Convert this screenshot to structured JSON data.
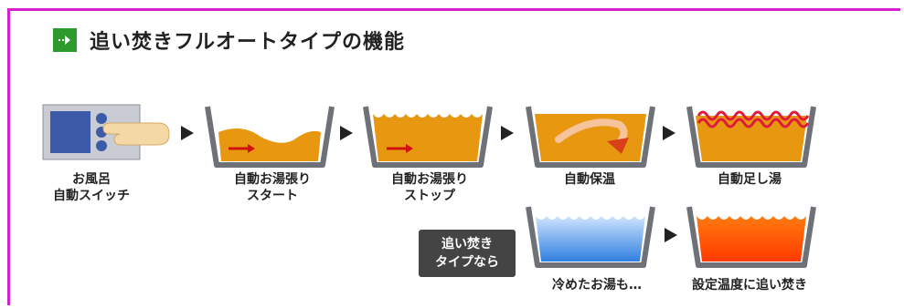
{
  "title": "追い焚きフルオートタイプの機能",
  "colors": {
    "frame": "#d61fd0",
    "water": "#e89710",
    "hot_water": "#ff5a00",
    "cold_water": "#3a8be8",
    "panel": "#3c5aa8",
    "icon_bg": "#2e9a2e",
    "badge_bg": "#444444"
  },
  "steps": [
    {
      "line1": "お風呂",
      "line2": "自動スイッチ"
    },
    {
      "line1": "自動お湯張り",
      "line2": "スタート"
    },
    {
      "line1": "自動お湯張り",
      "line2": "ストップ"
    },
    {
      "line1": "自動保温"
    },
    {
      "line1": "自動足し湯"
    }
  ],
  "badge": {
    "line1": "追い焚き",
    "line2": "タイプなら"
  },
  "bottom_steps": [
    {
      "label": "冷めたお湯も…"
    },
    {
      "label": "設定温度に追い焚き"
    }
  ]
}
